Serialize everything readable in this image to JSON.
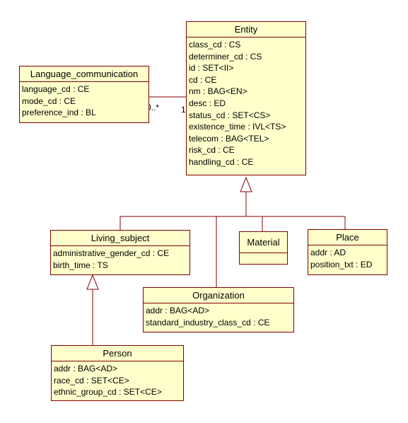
{
  "colors": {
    "border": "#800000",
    "fill": "#ffffcc",
    "background": "#ffffff"
  },
  "classes": {
    "entity": {
      "name": "Entity",
      "attributes": [
        "class_cd : CS",
        "determiner_cd : CS",
        "id : SET<II>",
        "cd : CE",
        "nm : BAG<EN>",
        "desc : ED",
        "status_cd : SET<CS>",
        "existence_time : IVL<TS>",
        "telecom : BAG<TEL>",
        "risk_cd : CE",
        "handling_cd : CE"
      ]
    },
    "language_communication": {
      "name": "Language_communication",
      "attributes": [
        "language_cd : CE",
        "mode_cd : CE",
        "preference_ind : BL"
      ]
    },
    "living_subject": {
      "name": "Living_subject",
      "attributes": [
        "administrative_gender_cd : CE",
        "birth_time : TS"
      ]
    },
    "material": {
      "name": "Material",
      "attributes": []
    },
    "place": {
      "name": "Place",
      "attributes": [
        "addr : AD",
        "position_txt : ED"
      ]
    },
    "organization": {
      "name": "Organization",
      "attributes": [
        "addr : BAG<AD>",
        "standard_industry_class_cd : CE"
      ]
    },
    "person": {
      "name": "Person",
      "attributes": [
        "addr : BAG<AD>",
        "race_cd : SET<CE>",
        "ethnic_group_cd : SET<CE>"
      ]
    }
  },
  "association": {
    "lang_end": "0..*",
    "entity_end": "1"
  }
}
